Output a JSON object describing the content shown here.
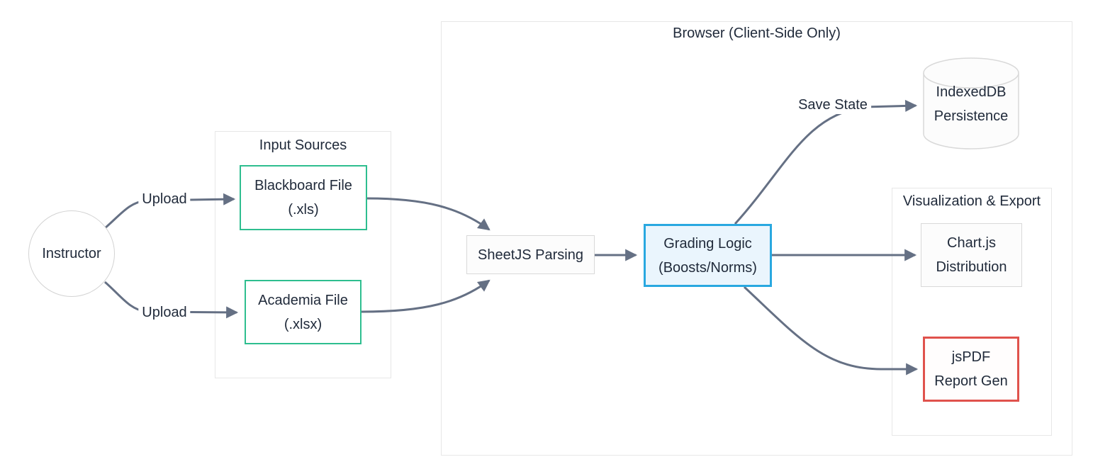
{
  "diagram_type": "flowchart",
  "containers": {
    "input_sources": {
      "title": "Input Sources"
    },
    "browser": {
      "title": "Browser (Client-Side Only)"
    },
    "visualization": {
      "title": "Visualization & Export"
    }
  },
  "nodes": {
    "instructor": {
      "label": "Instructor",
      "shape": "circle"
    },
    "blackboard": {
      "line1": "Blackboard File",
      "line2": "(.xls)",
      "accent": "green"
    },
    "academia": {
      "line1": "Academia File",
      "line2": "(.xlsx)",
      "accent": "green"
    },
    "sheetjs": {
      "label": "SheetJS Parsing",
      "accent": "default"
    },
    "grading": {
      "line1": "Grading Logic",
      "line2": "(Boosts/Norms)",
      "accent": "blue"
    },
    "indexeddb": {
      "line1": "IndexedDB",
      "line2": "Persistence",
      "shape": "cylinder"
    },
    "chartjs": {
      "line1": "Chart.js",
      "line2": "Distribution",
      "accent": "default"
    },
    "jspdf": {
      "line1": "jsPDF",
      "line2": "Report Gen",
      "accent": "red"
    }
  },
  "edges": [
    {
      "from": "instructor",
      "to": "blackboard",
      "label": "Upload"
    },
    {
      "from": "instructor",
      "to": "academia",
      "label": "Upload"
    },
    {
      "from": "blackboard",
      "to": "sheetjs",
      "label": ""
    },
    {
      "from": "academia",
      "to": "sheetjs",
      "label": ""
    },
    {
      "from": "sheetjs",
      "to": "grading",
      "label": ""
    },
    {
      "from": "grading",
      "to": "indexeddb",
      "label": "Save State"
    },
    {
      "from": "grading",
      "to": "chartjs",
      "label": ""
    },
    {
      "from": "grading",
      "to": "jspdf",
      "label": ""
    }
  ],
  "edge_labels": {
    "upload_blackboard": "Upload",
    "upload_academia": "Upload",
    "save_state": "Save State"
  },
  "colors": {
    "background": "#ffffff",
    "edge_stroke": "#657084",
    "text": "#212b3b",
    "node_border_default": "#d9d9d9",
    "node_fill_default": "#fcfcfc",
    "container_border": "#e7e7e7",
    "green_accent": "#2ebe8f",
    "blue_accent": "#29a8e0",
    "blue_fill": "#eaf5fd",
    "red_accent": "#e0524c"
  }
}
